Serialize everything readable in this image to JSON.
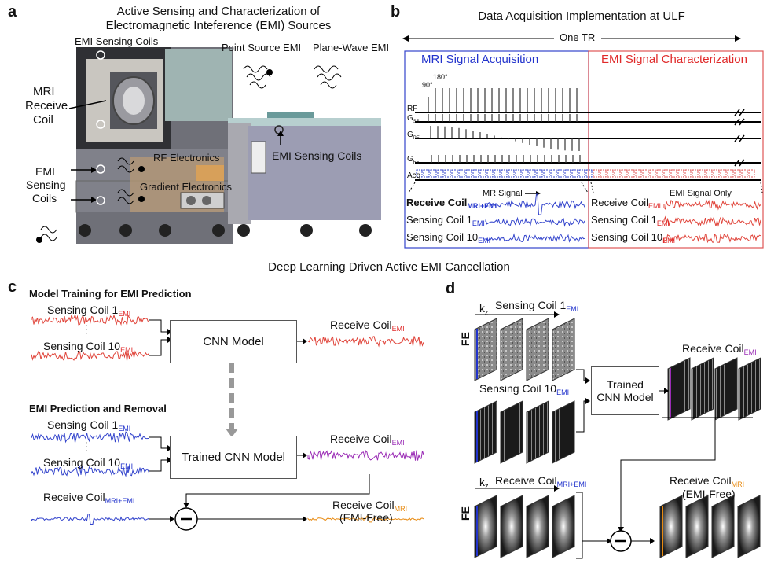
{
  "panel_a": {
    "letter": "a",
    "title_line1": "Active Sensing and Characterization of",
    "title_line2": "Electromagnetic Inteference (EMI) Sources",
    "emi_sensing_coils_top": "EMI Sensing Coils",
    "mri_receive_coil": [
      "MRI",
      "Receive",
      "Coil"
    ],
    "point_source": "Point Source EMI",
    "plane_wave": "Plane-Wave EMI",
    "emi_sensing_coils_right": "EMI Sensing Coils",
    "rf_electronics": "RF Electronics",
    "gradient_electronics": "Gradient Electronics",
    "emi_sensing_coils_left": [
      "EMI",
      "Sensing",
      "Coils"
    ]
  },
  "panel_b": {
    "letter": "b",
    "title": "Data Acquisition Implementation at ULF",
    "one_tr": "One TR",
    "mri_acq": "MRI Signal Acquisition",
    "emi_char": "EMI Signal Characterization",
    "rows": [
      "RF",
      "G",
      "G",
      "G",
      "Acq"
    ],
    "row_subs": [
      "",
      "SS",
      "PE",
      "FE",
      ""
    ],
    "angle_90": "90°",
    "angle_180": "180°",
    "mr_signal": "MR Signal",
    "emi_only": "EMI Signal Only",
    "left_traces": [
      {
        "main": "Receive Coil",
        "sub": "MRI+EMI"
      },
      {
        "main": "Sensing Coil 1",
        "sub": "EMI"
      },
      {
        "main": "Sensing Coil 10",
        "sub": "EMI"
      }
    ],
    "right_traces": [
      {
        "main": "Receive Coil",
        "sub": "EMI"
      },
      {
        "main": "Sensing Coil 1",
        "sub": "EMI"
      },
      {
        "main": "Sensing Coil 10",
        "sub": "EMI"
      }
    ]
  },
  "section_title": "Deep Learning Driven Active EMI Cancellation",
  "panel_c": {
    "letter": "c",
    "training_title": "Model Training for EMI Prediction",
    "sensing1": "Sensing Coil 1",
    "sensing10": "Sensing Coil 10",
    "sub_emi": "EMI",
    "cnn_model": "CNN Model",
    "receive_coil": "Receive Coil",
    "prediction_title": "EMI Prediction and Removal",
    "trained_cnn": "Trained CNN Model",
    "receive_mri_emi": "Receive Coil",
    "sub_mri_emi": "MRI+EMI",
    "receive_mri": "Receive Coil",
    "sub_mri": "MRI",
    "emi_free": "(EMI-Free)"
  },
  "panel_d": {
    "letter": "d",
    "sensing1": "Sensing Coil 1",
    "sensing10": "Sensing Coil 10",
    "sub_emi": "EMI",
    "kz": "k",
    "kz_sub": "z",
    "fe": "FE",
    "trained_cnn_line1": "Trained",
    "trained_cnn_line2": "CNN Model",
    "receive_emi": "Receive Coil",
    "receive_mri_emi": "Receive Coil",
    "sub_mri_emi": "MRI+EMI",
    "receive_mri": "Receive Coil",
    "sub_mri": "MRI",
    "emi_free": "(EMI-Free)"
  },
  "colors": {
    "blue": "#2233cc",
    "red": "#e02a2a",
    "purple": "#9a2bb5",
    "orange": "#e88a10"
  }
}
